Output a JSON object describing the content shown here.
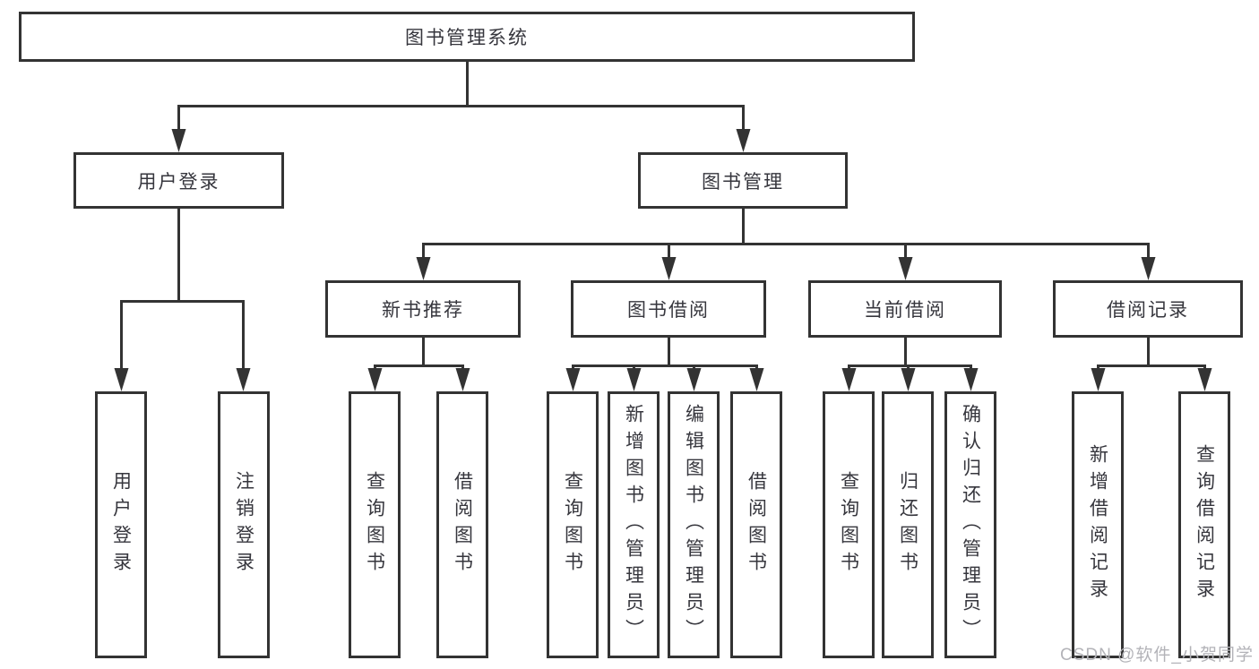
{
  "title": "图书管理系统",
  "tree": {
    "root": {
      "label": "图书管理系统"
    },
    "branches": [
      {
        "label": "用户登录",
        "children": [
          {
            "label": "用户登录"
          },
          {
            "label": "注销登录"
          }
        ]
      },
      {
        "label": "图书管理",
        "children": [
          {
            "label": "新书推荐",
            "children": [
              {
                "label": "查询图书"
              },
              {
                "label": "借阅图书"
              }
            ]
          },
          {
            "label": "图书借阅",
            "children": [
              {
                "label": "查询图书"
              },
              {
                "label": "新增图书（管理员）"
              },
              {
                "label": "编辑图书（管理员）"
              },
              {
                "label": "借阅图书"
              }
            ]
          },
          {
            "label": "当前借阅",
            "children": [
              {
                "label": "查询图书"
              },
              {
                "label": "归还图书"
              },
              {
                "label": "确认归还（管理员）"
              }
            ]
          },
          {
            "label": "借阅记录",
            "children": [
              {
                "label": "新增借阅记录"
              },
              {
                "label": "查询借阅记录"
              }
            ]
          }
        ]
      }
    ]
  },
  "watermark": {
    "text": "CSDN @软件_小贺同学"
  },
  "colors": {
    "line": "#333333",
    "text": "#36363d",
    "watermark": "#b3b3b8",
    "background": "#ffffff"
  }
}
